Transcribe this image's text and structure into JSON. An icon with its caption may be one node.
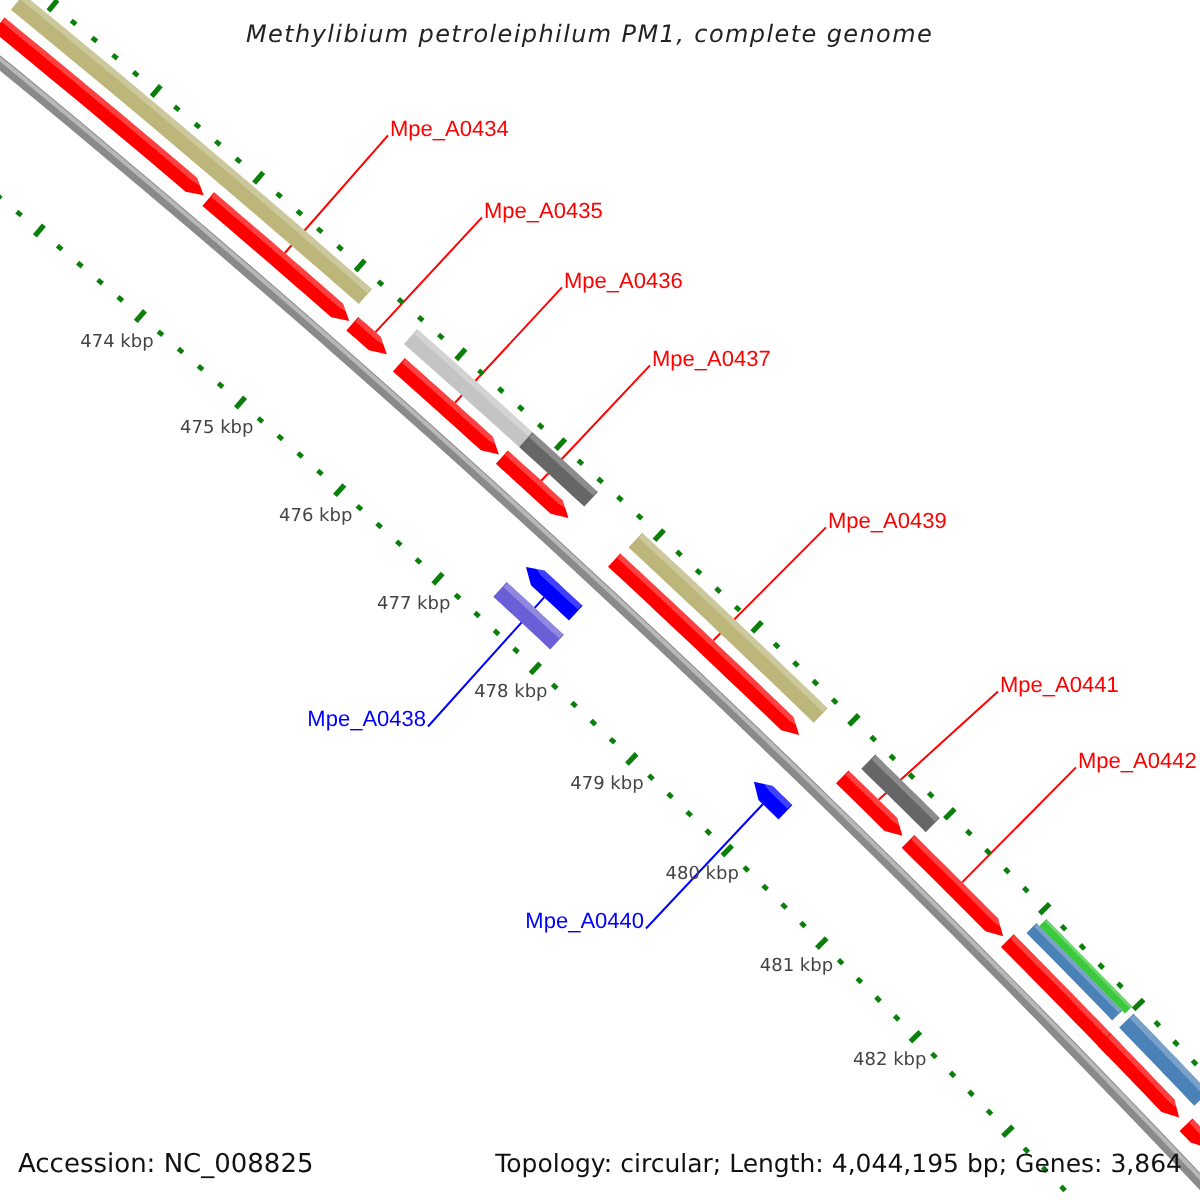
{
  "diagram": {
    "title": "Methylibium petroleiphilum PM1, complete genome",
    "nodes": [
      {
        "text": [
          "Mpe_A0434"
        ]
      },
      {
        "text": [
          "Mpe_A0435"
        ]
      },
      {
        "text": [
          "Mpe_A0436"
        ]
      },
      {
        "text": [
          "Mpe_A0437"
        ]
      },
      {
        "text": [
          "Mpe_A0439"
        ]
      },
      {
        "text": [
          "Mpe_A0441"
        ]
      },
      {
        "text": [
          "Mpe_A0438"
        ]
      },
      {
        "text": [
          "Mpe_A0442"
        ]
      },
      {
        "text": [
          "Mpe_A0440"
        ]
      },
      {
        "text": [],
        "shape": "bar"
      },
      {
        "text": [],
        "shape": "pentagon"
      },
      {
        "text": [],
        "shape": "pentagon"
      },
      {
        "text": [],
        "shape": "pentagon"
      },
      {
        "text": [],
        "shape": "bar"
      },
      {
        "text": [],
        "shape": "pentagon"
      },
      {
        "text": [],
        "shape": "bar"
      },
      {
        "text": [],
        "shape": "pentagon"
      },
      {
        "text": [],
        "shape": "bar"
      },
      {
        "text": [],
        "shape": "pentagon"
      },
      {
        "text": [],
        "shape": "pentagon"
      },
      {
        "text": [],
        "shape": "bar"
      },
      {
        "text": [],
        "shape": "pentagon"
      },
      {
        "text": [],
        "shape": "pentagon"
      },
      {
        "text": [],
        "shape": "bar"
      },
      {
        "text": [],
        "shape": "pentagon"
      },
      {
        "text": [],
        "shape": "pentagon"
      },
      {
        "text": [],
        "shape": "bar"
      },
      {
        "text": [],
        "shape": "bar"
      },
      {
        "text": [],
        "shape": "pentagon"
      },
      {
        "text": [],
        "shape": "bar"
      },
      {
        "text": [],
        "shape": "pentagon"
      }
    ],
    "edges": [
      {
        "from": 0,
        "to": 11,
        "arrow": "none"
      },
      {
        "from": 1,
        "to": 12,
        "arrow": "none"
      },
      {
        "from": 2,
        "to": 14,
        "arrow": "none"
      },
      {
        "from": 3,
        "to": 16,
        "arrow": "none"
      },
      {
        "from": 4,
        "to": 19,
        "arrow": "none"
      },
      {
        "from": 5,
        "to": 22,
        "arrow": "none"
      },
      {
        "from": 6,
        "to": 18,
        "arrow": "none",
        "color": "#0000ff"
      },
      {
        "from": 7,
        "to": 24,
        "arrow": "none"
      },
      {
        "from": 8,
        "to": 21,
        "arrow": "none",
        "color": "#0000ff"
      }
    ],
    "labels": [
      "474 kbp",
      "475 kbp",
      "476 kbp",
      "477 kbp",
      "478 kbp",
      "479 kbp",
      "480 kbp",
      "481 kbp",
      "482 kbp",
      "Accession: NC_008825",
      "Topology: circular; Length: 4,044,195 bp; Genes: 3,864"
    ]
  }
}
